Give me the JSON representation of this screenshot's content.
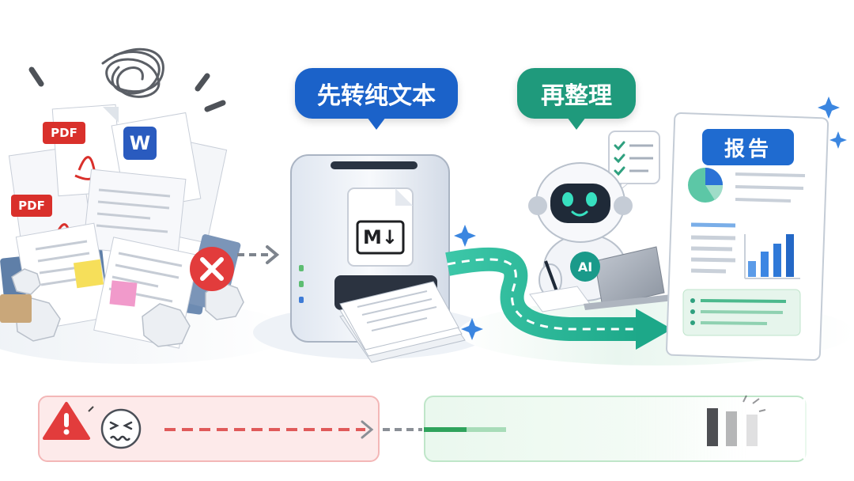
{
  "bubbles": {
    "convert": "先转纯文本",
    "organize": "再整理"
  },
  "report": {
    "title": "报告"
  },
  "file_badges": {
    "pdf": "PDF",
    "word": "W",
    "markdown": "M↓",
    "ai": "AI"
  },
  "colors": {
    "blue": "#1b62c9",
    "green": "#1f9a7c",
    "red": "#e23c3c",
    "teal_arrow": "#22b59a"
  },
  "icons": {
    "error": "x-circle-icon",
    "warning": "warning-triangle-icon",
    "frustrated_face": "frustrated-face-icon",
    "sparkle": "sparkle-icon",
    "checklist": "checklist-icon",
    "pie_chart": "pie-chart-icon",
    "bar_chart": "bar-chart-icon"
  }
}
